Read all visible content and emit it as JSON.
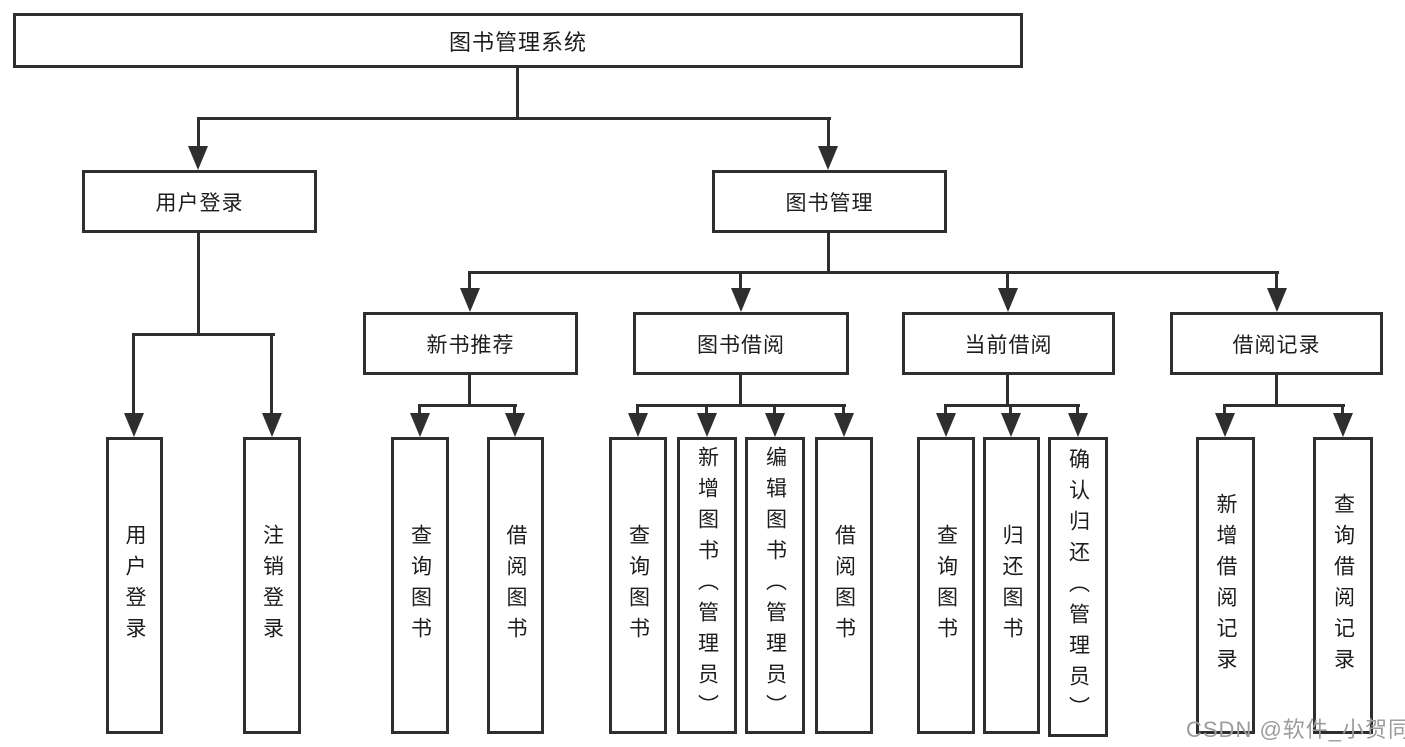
{
  "diagram_type": "hierarchy-tree",
  "colors": {
    "background": "#ffffff",
    "line": "#2e2e2e",
    "box_border": "#2e2e2e",
    "text": "#1d1d1d",
    "watermark": "#9c9c9c"
  },
  "tree": {
    "label": "图书管理系统",
    "children": [
      {
        "label": "用户登录",
        "children": [
          {
            "label": "用户登录"
          },
          {
            "label": "注销登录"
          }
        ]
      },
      {
        "label": "图书管理",
        "children": [
          {
            "label": "新书推荐",
            "children": [
              {
                "label": "查询图书"
              },
              {
                "label": "借阅图书"
              }
            ]
          },
          {
            "label": "图书借阅",
            "children": [
              {
                "label": "查询图书"
              },
              {
                "label": "新增图书（管理员）"
              },
              {
                "label": "编辑图书（管理员）"
              },
              {
                "label": "借阅图书"
              }
            ]
          },
          {
            "label": "当前借阅",
            "children": [
              {
                "label": "查询图书"
              },
              {
                "label": "归还图书"
              },
              {
                "label": "确认归还（管理员）"
              }
            ]
          },
          {
            "label": "借阅记录",
            "children": [
              {
                "label": "新增借阅记录"
              },
              {
                "label": "查询借阅记录"
              }
            ]
          }
        ]
      }
    ]
  },
  "watermark": {
    "text": "CSDN @软件_小贺同学"
  }
}
